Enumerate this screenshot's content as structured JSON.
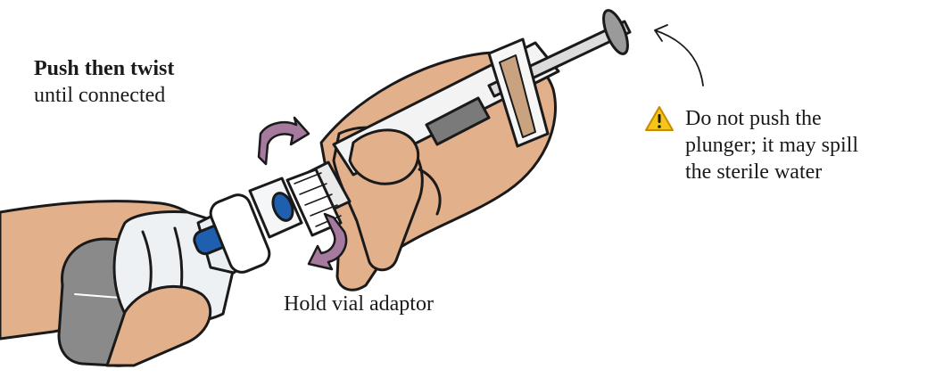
{
  "instruction": {
    "title": "Push then twist",
    "subtitle": "until connected"
  },
  "hold_label": "Hold vial adaptor",
  "warning": {
    "icon": "warning-triangle-icon",
    "lines": [
      "Do not push the",
      "plunger; it may spill",
      "the sterile water"
    ]
  },
  "colors": {
    "skin": "#e3b08c",
    "outline": "#1a1a1a",
    "twist_arrow": "#a67a9e",
    "vial_blue": "#1f5fb0",
    "warning_yellow": "#f5c518"
  }
}
